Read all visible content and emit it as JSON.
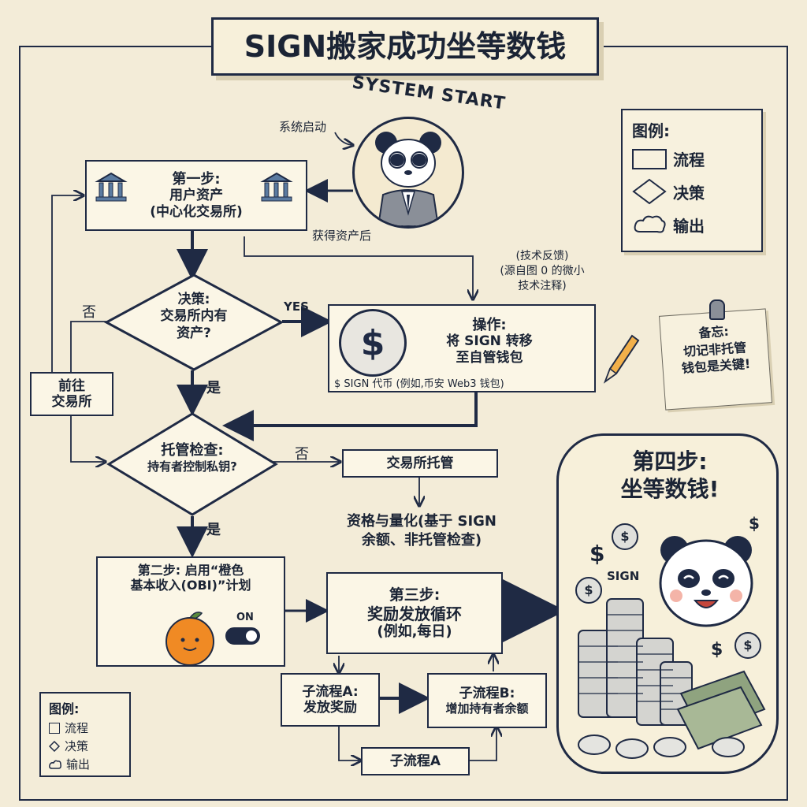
{
  "title": "SIGN搬家成功坐等数钱",
  "start": {
    "en": "SYSTEM START",
    "zh": "系统启动"
  },
  "step1": {
    "title": "第一步:",
    "line1": "用户资产",
    "line2": "(中心化交易所)"
  },
  "after_assets": "获得资产后",
  "tech_note": {
    "line1": "(技术反馈)",
    "line2": "(源自图 0 的微小",
    "line3": "技术注释)"
  },
  "decision1": {
    "line1": "决策:",
    "line2": "交易所内有",
    "line3": "资产?"
  },
  "yes_en": "YES",
  "no1": "否",
  "yes1": "是",
  "operation": {
    "title": "操作:",
    "line1": "将 SIGN 转移",
    "line2": "至自管钱包",
    "caption": "$ SIGN 代币 (例如,币安 Web3 钱包)"
  },
  "memo": {
    "line1": "备忘:",
    "line2": "切记非托管",
    "line3": "钱包是关键!"
  },
  "go_exchange": {
    "line1": "前往",
    "line2": "交易所"
  },
  "decision2": {
    "line1": "托管检查:",
    "line2": "持有者控制私钥?"
  },
  "no2": "否",
  "yes2": "是",
  "exchange_custody": "交易所托管",
  "qualification": {
    "line1": "资格与量化(基于 SIGN",
    "line2": "余额、非托管检查)"
  },
  "step2": {
    "line1": "第二步: 启用“橙色",
    "line2": "基本收入(OBI)”计划",
    "toggle": "ON",
    "toggle_state": "ON"
  },
  "step3": {
    "title": "第三步:",
    "line1": "奖励发放循环",
    "line2": "(例如,每日)"
  },
  "subA": {
    "line1": "子流程A:",
    "line2": "发放奖励"
  },
  "subB": {
    "line1": "子流程B:",
    "line2": "增加持有者余额"
  },
  "subA2": "子流程A",
  "step4": {
    "line1": "第四步:",
    "line2": "坐等数钱!",
    "coin_label": "SIGN",
    "dollar": "$"
  },
  "legend_top": {
    "title": "图例:",
    "process": "流程",
    "decision": "决策",
    "output": "输出"
  },
  "legend_bottom": {
    "title": "图例:",
    "process": "流程",
    "decision": "决策",
    "output": "输出"
  }
}
